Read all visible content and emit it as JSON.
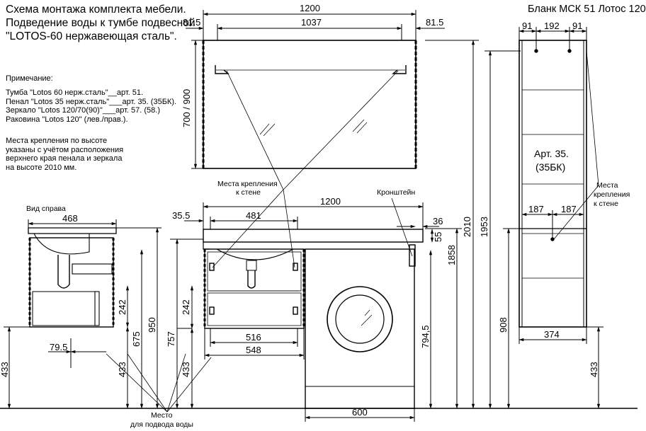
{
  "header": {
    "line1": "Схема монтажа комплекта мебели.",
    "line2": "Подведение воды к тумбе подвесной",
    "line3": "\"LOTOS-60 нержавеющая сталь\".",
    "form_code": "Бланк МСК 51 Лотос 120"
  },
  "notes": {
    "title": "Примечание:",
    "items": [
      "Тумба \"Lotos 60 нерж.сталь\"__арт. 51.",
      "Пенал \"Lotos 35 нерж.сталь\"___арт. 35. (35БК).",
      "Зеркало \"Lotos 120/70(90)\"___арт. 57. (58.)",
      "Раковина \"Lotos 120\" (лев./прав.)."
    ],
    "mount": [
      "Места крепления по высоте",
      "указаны с учётом расположения",
      "верхнего края пенала и зеркала",
      "на высоте 2010 мм."
    ]
  },
  "labels": {
    "side_view": "Вид  справа",
    "mount_points": [
      "Места крепления",
      "к стене"
    ],
    "bracket": "Кронштейн",
    "water": [
      "Место",
      "для подвода воды"
    ],
    "pencil_case_art": [
      "Арт. 35.",
      "(35БК)"
    ],
    "pencil_mount": [
      "Места",
      "крепления",
      "к стене"
    ]
  },
  "dims": {
    "mirror_width": "1200",
    "mirror_left": "81.5",
    "mirror_mid": "1037",
    "mirror_right": "81.5",
    "mirror_height": "700 / 900",
    "sink_width": "1200",
    "sink_offset": "35.5",
    "sink_bowl": "481",
    "sink_right_36": "36",
    "sink_right_55": "55",
    "cab_inner": "516",
    "cab_outer": "548",
    "washer_width": "600",
    "h_1858": "1858",
    "h_2010": "2010",
    "h_1953": "1953",
    "h_7945": "794,5",
    "h_242_front": "242",
    "h_433_front": "433",
    "h_757": "757",
    "side_depth": "468",
    "side_795": "79.5",
    "side_433": "433",
    "side_242": "242",
    "side_433b": "433",
    "side_675": "675",
    "side_950": "950",
    "pc_91a": "91",
    "pc_192": "192",
    "pc_91b": "91",
    "pc_187a": "187",
    "pc_187b": "187",
    "pc_908": "908",
    "pc_374": "374",
    "pc_433": "433"
  }
}
